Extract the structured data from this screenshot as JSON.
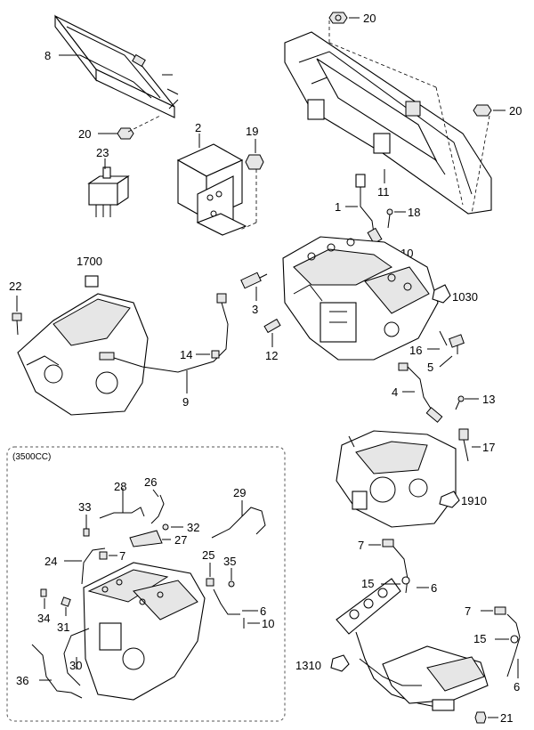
{
  "inset_label": "(3500CC)",
  "callouts": {
    "c8": "8",
    "c20a": "20",
    "c20b": "20",
    "c20c": "20",
    "c2": "2",
    "c19": "19",
    "c23": "23",
    "c1": "1",
    "c18": "18",
    "c10a": "10",
    "c11": "11",
    "c1700": "1700",
    "c22": "22",
    "c3": "3",
    "c1030": "1030",
    "c14": "14",
    "c9": "9",
    "c12": "12",
    "c16": "16",
    "c5": "5",
    "c4": "4",
    "c13": "13",
    "c17": "17",
    "c1910": "1910",
    "c28": "28",
    "c26": "26",
    "c33": "33",
    "c29": "29",
    "c32": "32",
    "c27": "27",
    "c7a": "7",
    "c24": "24",
    "c25": "25",
    "c35": "35",
    "c34": "34",
    "c31": "31",
    "c6a": "6",
    "c10b": "10",
    "c30": "30",
    "c36": "36",
    "c7b": "7",
    "c15a": "15",
    "c6b": "6",
    "c7c": "7",
    "c15b": "15",
    "c1310": "1310",
    "c6c": "6",
    "c21": "21"
  }
}
